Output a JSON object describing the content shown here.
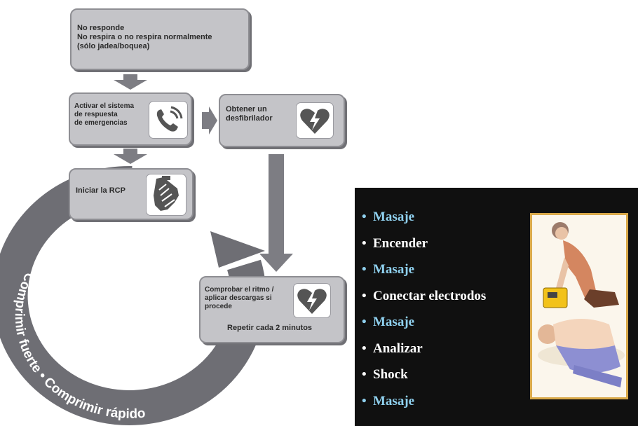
{
  "flowchart": {
    "box1": {
      "lines": [
        "No responde",
        "No respira o no respira normalmente",
        "(sólo jadea/boquea)"
      ]
    },
    "box2": {
      "lines": [
        "Activar el sistema",
        "de respuesta",
        "de emergencias"
      ],
      "icon": "phone-icon"
    },
    "box3": {
      "lines": [
        "Obtener un",
        "desfibrilador"
      ],
      "icon": "heart-shock-icon"
    },
    "box4": {
      "lines": [
        "Iniciar la RCP"
      ],
      "icon": "cpr-hands-icon"
    },
    "box5": {
      "lines": [
        "Comprobar el ritmo /",
        "aplicar descargas si",
        "procede"
      ],
      "repeat": "Repetir cada 2 minutos",
      "icon": "heart-shock-icon"
    },
    "circle_text": "Comprimir fuerte • Comprimir rápido"
  },
  "steps_panel": {
    "bullet": "•",
    "steps": [
      {
        "label": "Masaje",
        "color": "#8fd0ee"
      },
      {
        "label": "Encender",
        "color": "#ffffff"
      },
      {
        "label": "Masaje",
        "color": "#8fd0ee"
      },
      {
        "label": "Conectar electrodos",
        "color": "#ffffff"
      },
      {
        "label": "Masaje",
        "color": "#8fd0ee"
      },
      {
        "label": "Analizar",
        "color": "#ffffff"
      },
      {
        "label": "Shock",
        "color": "#ffffff"
      },
      {
        "label": "Masaje",
        "color": "#8fd0ee"
      }
    ],
    "background": "#101010"
  },
  "colors": {
    "box_fill": "#c4c4c8",
    "arrow_gray": "#7d7d83",
    "ring_gray": "#6e6e74",
    "frame_gold": "#d9a94a"
  }
}
